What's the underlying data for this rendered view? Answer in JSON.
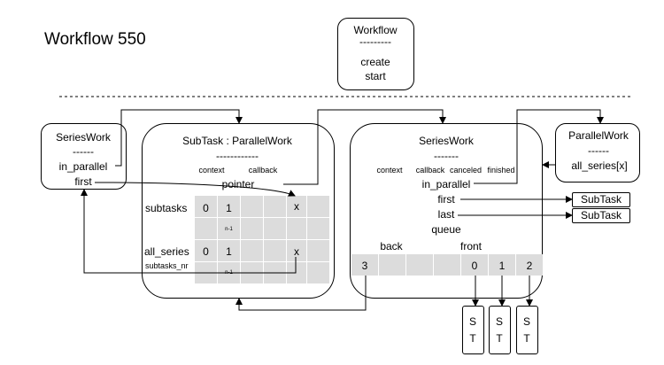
{
  "title": "Workflow 550",
  "workflow_box": {
    "name": "Workflow",
    "sep": "---------",
    "line1": "create",
    "line2": "start"
  },
  "left_series": {
    "name": "SeriesWork",
    "sep": "------",
    "in_parallel": "in_parallel",
    "first": "first"
  },
  "subtask": {
    "name": "SubTask : ParallelWork",
    "sep": "------------",
    "context": "context",
    "callback": "callback",
    "pointer": "pointer",
    "subtasks_label": "subtasks",
    "all_series_label": "all_series",
    "subtasks_nr_label": "subtasks_nr",
    "row1": [
      "0",
      "1",
      "",
      "",
      "x"
    ],
    "row2": [
      "0",
      "1",
      "",
      "",
      "x"
    ],
    "n1a": "n-1",
    "n1b": "n-1"
  },
  "center_series": {
    "name": "SeriesWork",
    "sep": "-------",
    "fields": [
      "context",
      "callback",
      "canceled",
      "finished"
    ],
    "in_parallel": "in_parallel",
    "first": "first",
    "last": "last",
    "queue": "queue",
    "back": "back",
    "front": "front",
    "queue_cells": [
      "3",
      "",
      "",
      "",
      "0",
      "1",
      "2"
    ]
  },
  "parallel_box": {
    "name": "ParallelWork",
    "sep": "------",
    "field": "all_series[x]"
  },
  "subtask_first": "SubTask",
  "subtask_last": "SubTask",
  "st_boxes": [
    {
      "l1": "S",
      "l2": "T"
    },
    {
      "l1": "S",
      "l2": "T"
    },
    {
      "l1": "S",
      "l2": "T"
    }
  ],
  "colors": {
    "stroke": "#000000",
    "cell": "#dcdcdc"
  }
}
